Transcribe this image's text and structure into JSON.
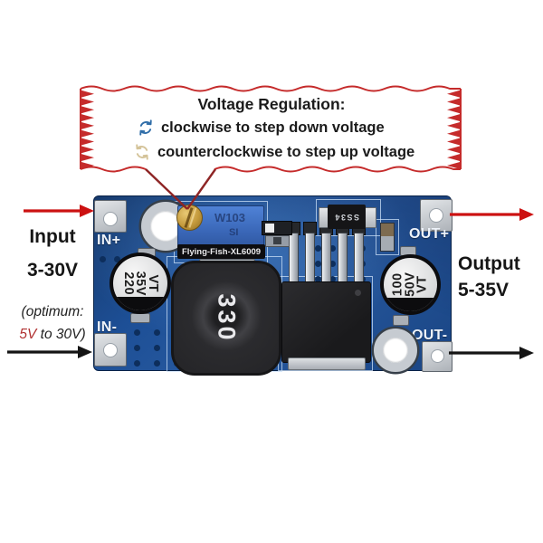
{
  "colors": {
    "box_border": "#c52b2b",
    "callout": "#8e2525",
    "arrow_red": "#cc1111",
    "arrow_black": "#141414",
    "accent_red": "#b03030",
    "icon_clockwise": "#2f6da8",
    "icon_counterclockwise": "#d4c399",
    "pcb_blue": "#1d4f96"
  },
  "annotation_box": {
    "title": "Voltage Regulation:",
    "lines": [
      {
        "icon": "clockwise-arrows-icon",
        "text": "clockwise to step down voltage"
      },
      {
        "icon": "counterclockwise-arrows-icon",
        "text": "counterclockwise to step up voltage"
      }
    ]
  },
  "input_annotation": {
    "title": "Input",
    "range": "3-30V",
    "note_line1": "(optimum:",
    "note_accent": "5V",
    "note_rest": " to 30V)"
  },
  "output_annotation": {
    "title": "Output",
    "range": "5-35V"
  },
  "board": {
    "labels": {
      "in_plus": "IN+",
      "in_minus": "IN-",
      "out_plus": "OUT+",
      "out_minus": "OUT-"
    },
    "silkscreen_text": "Flying-Fish-XL6009",
    "potentiometer": {
      "marking": "W103",
      "marking2": "SI"
    },
    "capacitor_left": {
      "lines": [
        "220",
        "35V",
        "VT"
      ]
    },
    "capacitor_right": {
      "lines": [
        "100",
        "50V",
        "VT"
      ]
    },
    "inductor_value": "330",
    "diode_marking": "SS34"
  }
}
